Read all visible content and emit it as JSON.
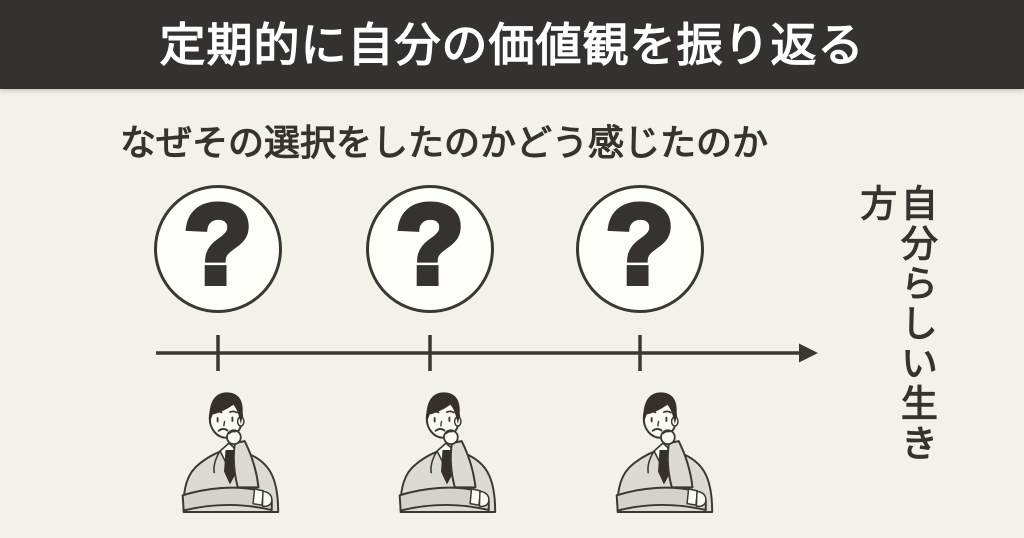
{
  "header": {
    "title": "定期的に自分の価値観を振り返る"
  },
  "main": {
    "subtitle": "なぜその選択をしたのかどう感じたのか",
    "side_label": "自分らしい生き方",
    "timeline": {
      "direction": "left-to-right",
      "points": [
        {
          "icon": "question-mark",
          "symbol": "?"
        },
        {
          "icon": "question-mark",
          "symbol": "?"
        },
        {
          "icon": "question-mark",
          "symbol": "?"
        }
      ]
    }
  },
  "theme": {
    "header_bg": "#343130",
    "header_text": "#ffffff",
    "body_bg": "#f2f1ea",
    "text_color": "#35322f",
    "outline_color": "#3b3834",
    "circle_fill": "#fdfdfa",
    "line_color": "#3b3834",
    "suit_color": "#dbdad5",
    "suit_shadow_color": "#d3d2cd",
    "face_color": "#fbf9f5",
    "hair_color": "#35302b",
    "tie_color": "#35302b",
    "shirt_color": "#fbfaf6"
  }
}
